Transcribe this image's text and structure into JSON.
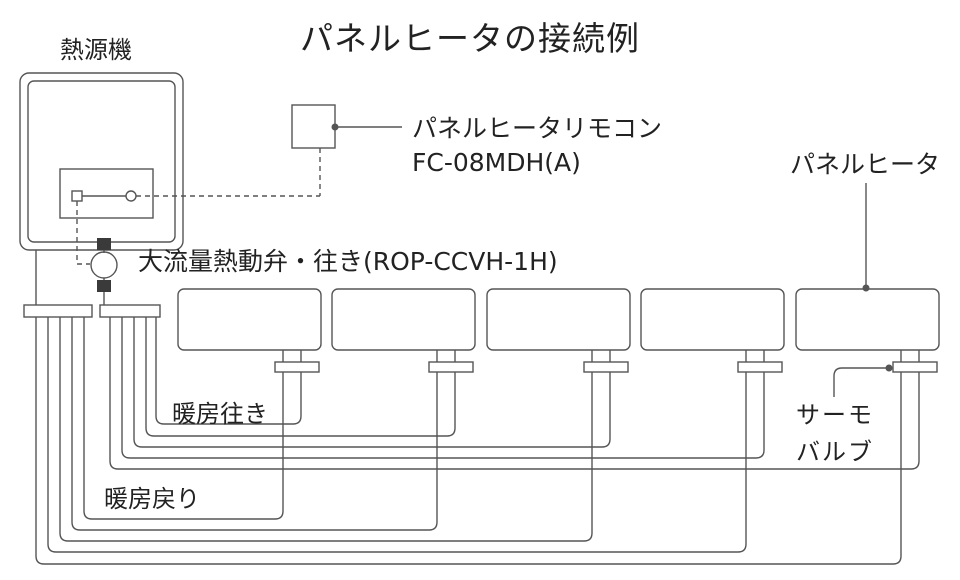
{
  "title": "パネルヒータの接続例",
  "labels": {
    "heat_source": "熱源機",
    "remote_name": "パネルヒータリモコン",
    "remote_model": "FC-08MDH(A)",
    "panel_heater": "パネルヒータ",
    "valve": "大流量熱動弁・往き(ROP-CCVH-1H)",
    "supply": "暖房往き",
    "return": "暖房戻り",
    "thermo_line1": "サーモ",
    "thermo_line2": "バルブ"
  },
  "colors": {
    "line": "#555555",
    "valve_body": "#3a3a3a",
    "text": "#222222"
  }
}
